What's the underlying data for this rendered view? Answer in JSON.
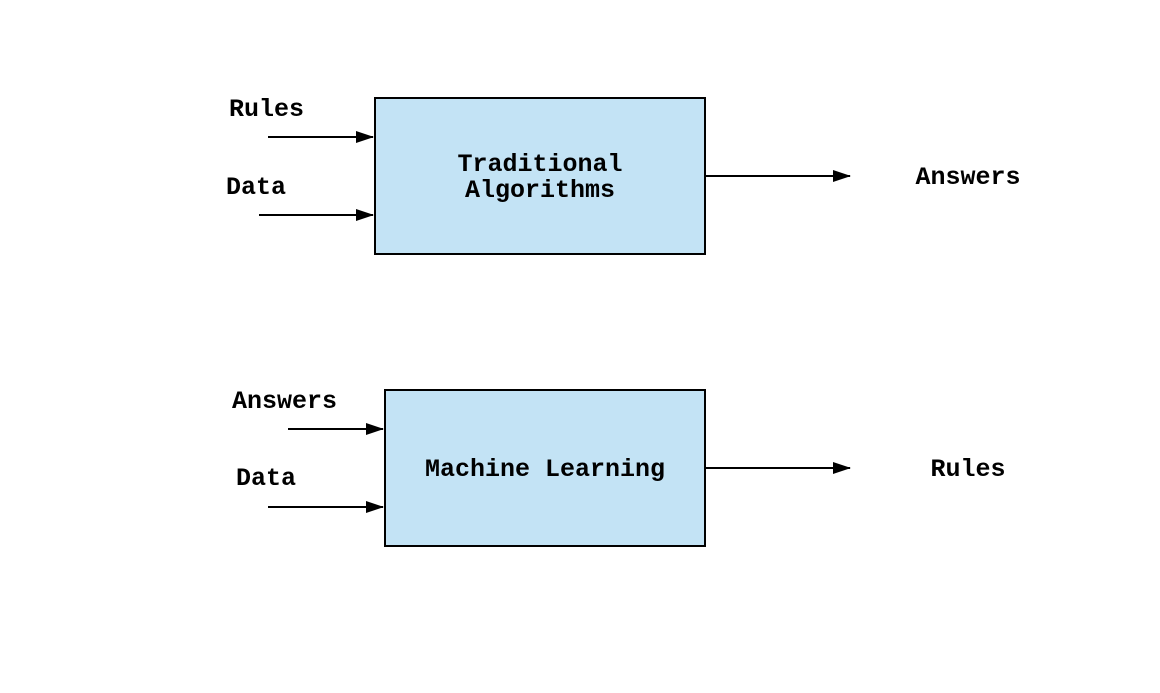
{
  "diagrams": [
    {
      "process_lines": [
        "Traditional",
        "Algorithms"
      ],
      "inputs": [
        "Rules",
        "Data"
      ],
      "output": "Answers"
    },
    {
      "process_lines": [
        "Machine Learning"
      ],
      "inputs": [
        "Answers",
        "Data"
      ],
      "output": "Rules"
    }
  ],
  "colors": {
    "box_fill": "#c3e3f5",
    "box_stroke": "#000000",
    "arrow": "#000000",
    "text": "#000000"
  }
}
